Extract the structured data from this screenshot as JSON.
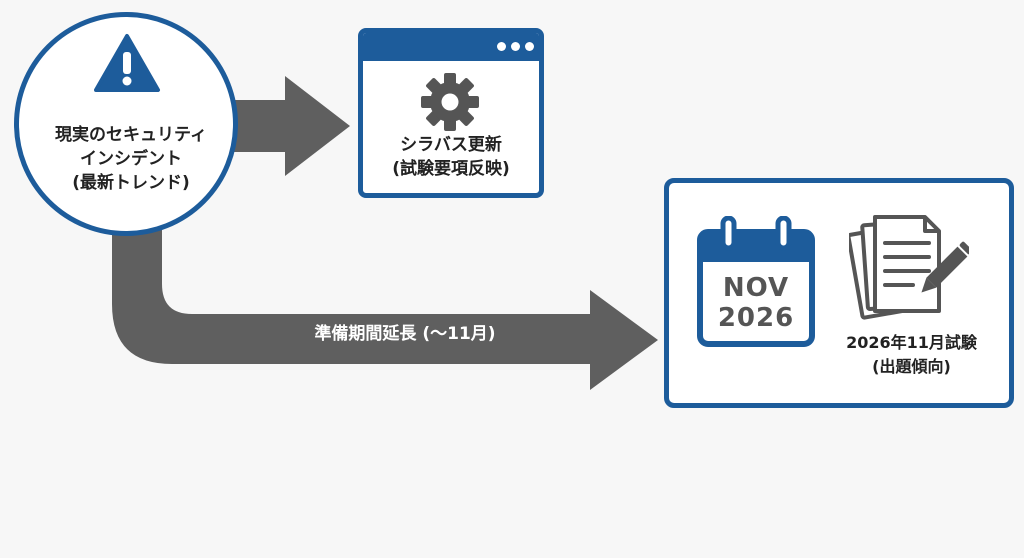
{
  "nodes": {
    "incident": {
      "lines": [
        "現実のセキュリティ",
        "インシデント",
        "(最新トレンド)"
      ],
      "icon": "warning-icon"
    },
    "syllabus": {
      "lines": [
        "シラバス更新",
        "(試験要項反映)"
      ],
      "icon": "gear-icon"
    },
    "exam": {
      "calendar_month": "NOV",
      "calendar_year": "2026",
      "lines": [
        "2026年11月試験",
        "(出題傾向)"
      ],
      "icons": [
        "calendar-icon",
        "documents-pencil-icon"
      ]
    }
  },
  "edges": {
    "preparation": {
      "label": "準備期間延長 (〜11月)"
    }
  },
  "colors": {
    "accent": "#1d5c9b",
    "arrow": "#5f5f5f",
    "background": "#f7f7f7"
  }
}
